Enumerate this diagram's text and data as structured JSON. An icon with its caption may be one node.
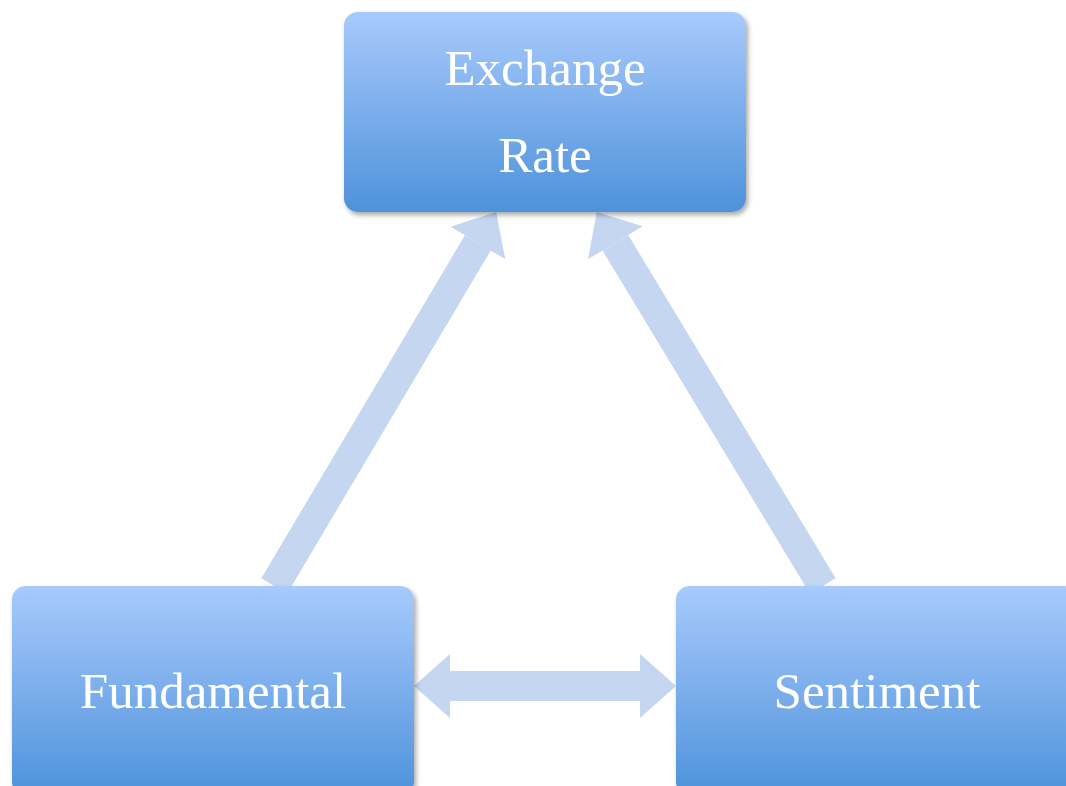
{
  "diagram": {
    "nodes": [
      {
        "text": [
          "Exchange Rate"
        ]
      },
      {
        "text": [
          "Fundamental"
        ]
      },
      {
        "text": [
          "Sentiment"
        ]
      }
    ],
    "edges": [
      {
        "from": 1,
        "to": 0,
        "arrow": "to"
      },
      {
        "from": 2,
        "to": 0,
        "arrow": "to"
      },
      {
        "from": 1,
        "to": 2,
        "arrow": "both"
      }
    ]
  }
}
